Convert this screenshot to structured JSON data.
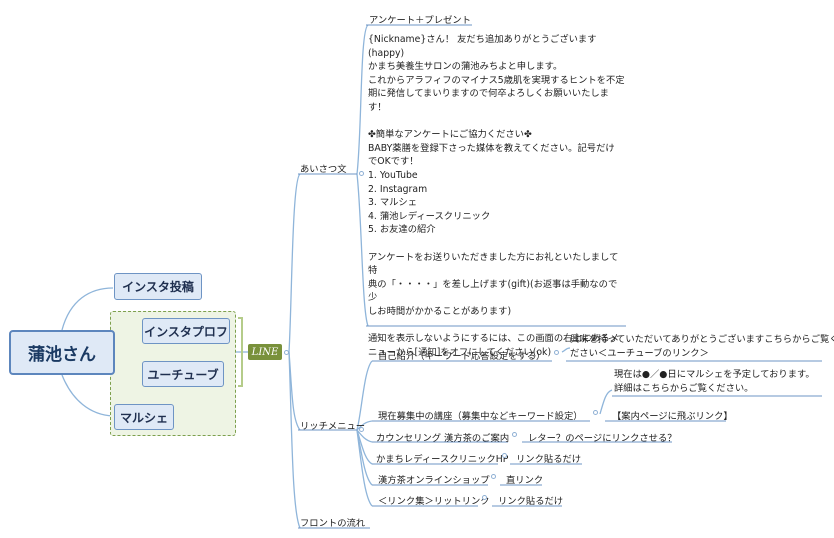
{
  "root": {
    "label": "蒲池さん"
  },
  "branches_left": [
    {
      "label": "インスタ投稿"
    },
    {
      "label": "インスタプロフ"
    },
    {
      "label": "ユーチューブ"
    },
    {
      "label": "マルシェ"
    }
  ],
  "hub": {
    "label": "LINE"
  },
  "greeting": {
    "label": "あいさつ文",
    "survey_title": "アンケート＋プレゼント",
    "message_lines": [
      "{Nickname}さん！ 友だち追加ありがとうございます(happy)",
      "かまち美養生サロンの蒲池みちよと申します。",
      "これからアラフィフのマイナス5歳肌を実現するヒントを不定",
      "期に発信してまいりますので何卒よろしくお願いいたしま",
      "す！",
      "",
      "✤簡単なアンケートにご協力ください✤",
      "BABY薬膳を登録下さった媒体を教えてください。記号だけ",
      "でOKです！",
      "1. YouTube",
      "2. Instagram",
      "3. マルシェ",
      "4. 蒲池レディースクリニック",
      "5. お友達の紹介",
      "",
      "アンケートをお送りいただきました方にお礼といたしまして特",
      "典の「・・・・」を差し上げます(gift)(お返事は手動なので少",
      "しお時間がかかることがあります)",
      "",
      "通知を表示しないようにするには、この画面の右上にあるメ",
      "ニューから[通知]をオフにしてください(ok)"
    ]
  },
  "rich_menu": {
    "label": "リッチメニュー",
    "self_intro": {
      "label": "自己紹介（キーワード応答設定をする）",
      "reply_lines": [
        "興味を持っていただいてありがとうございますこちらからご覧く",
        "ださい＜ユーチューブのリンク＞"
      ]
    },
    "courses": {
      "label": "現在募集中の講座（募集中などキーワード設定）",
      "note_lines": [
        "現在は●／●日にマルシェを予定しております。",
        "詳細はこちらからご覧ください。"
      ],
      "link": "【案内ページに飛ぶリンク】"
    },
    "counseling": {
      "label": "カウンセリング 漢方茶のご案内",
      "note": "レター？のページにリンクさせる？"
    },
    "clinic": {
      "label": "かまちレディースクリニックHP",
      "note": "リンク貼るだけ"
    },
    "shop": {
      "label": "漢方茶オンラインショップ",
      "note": "直リンク"
    },
    "links": {
      "label": "＜リンク集＞リットリンク",
      "note": "リンク貼るだけ"
    }
  },
  "front": {
    "label": "フロントの流れ"
  }
}
